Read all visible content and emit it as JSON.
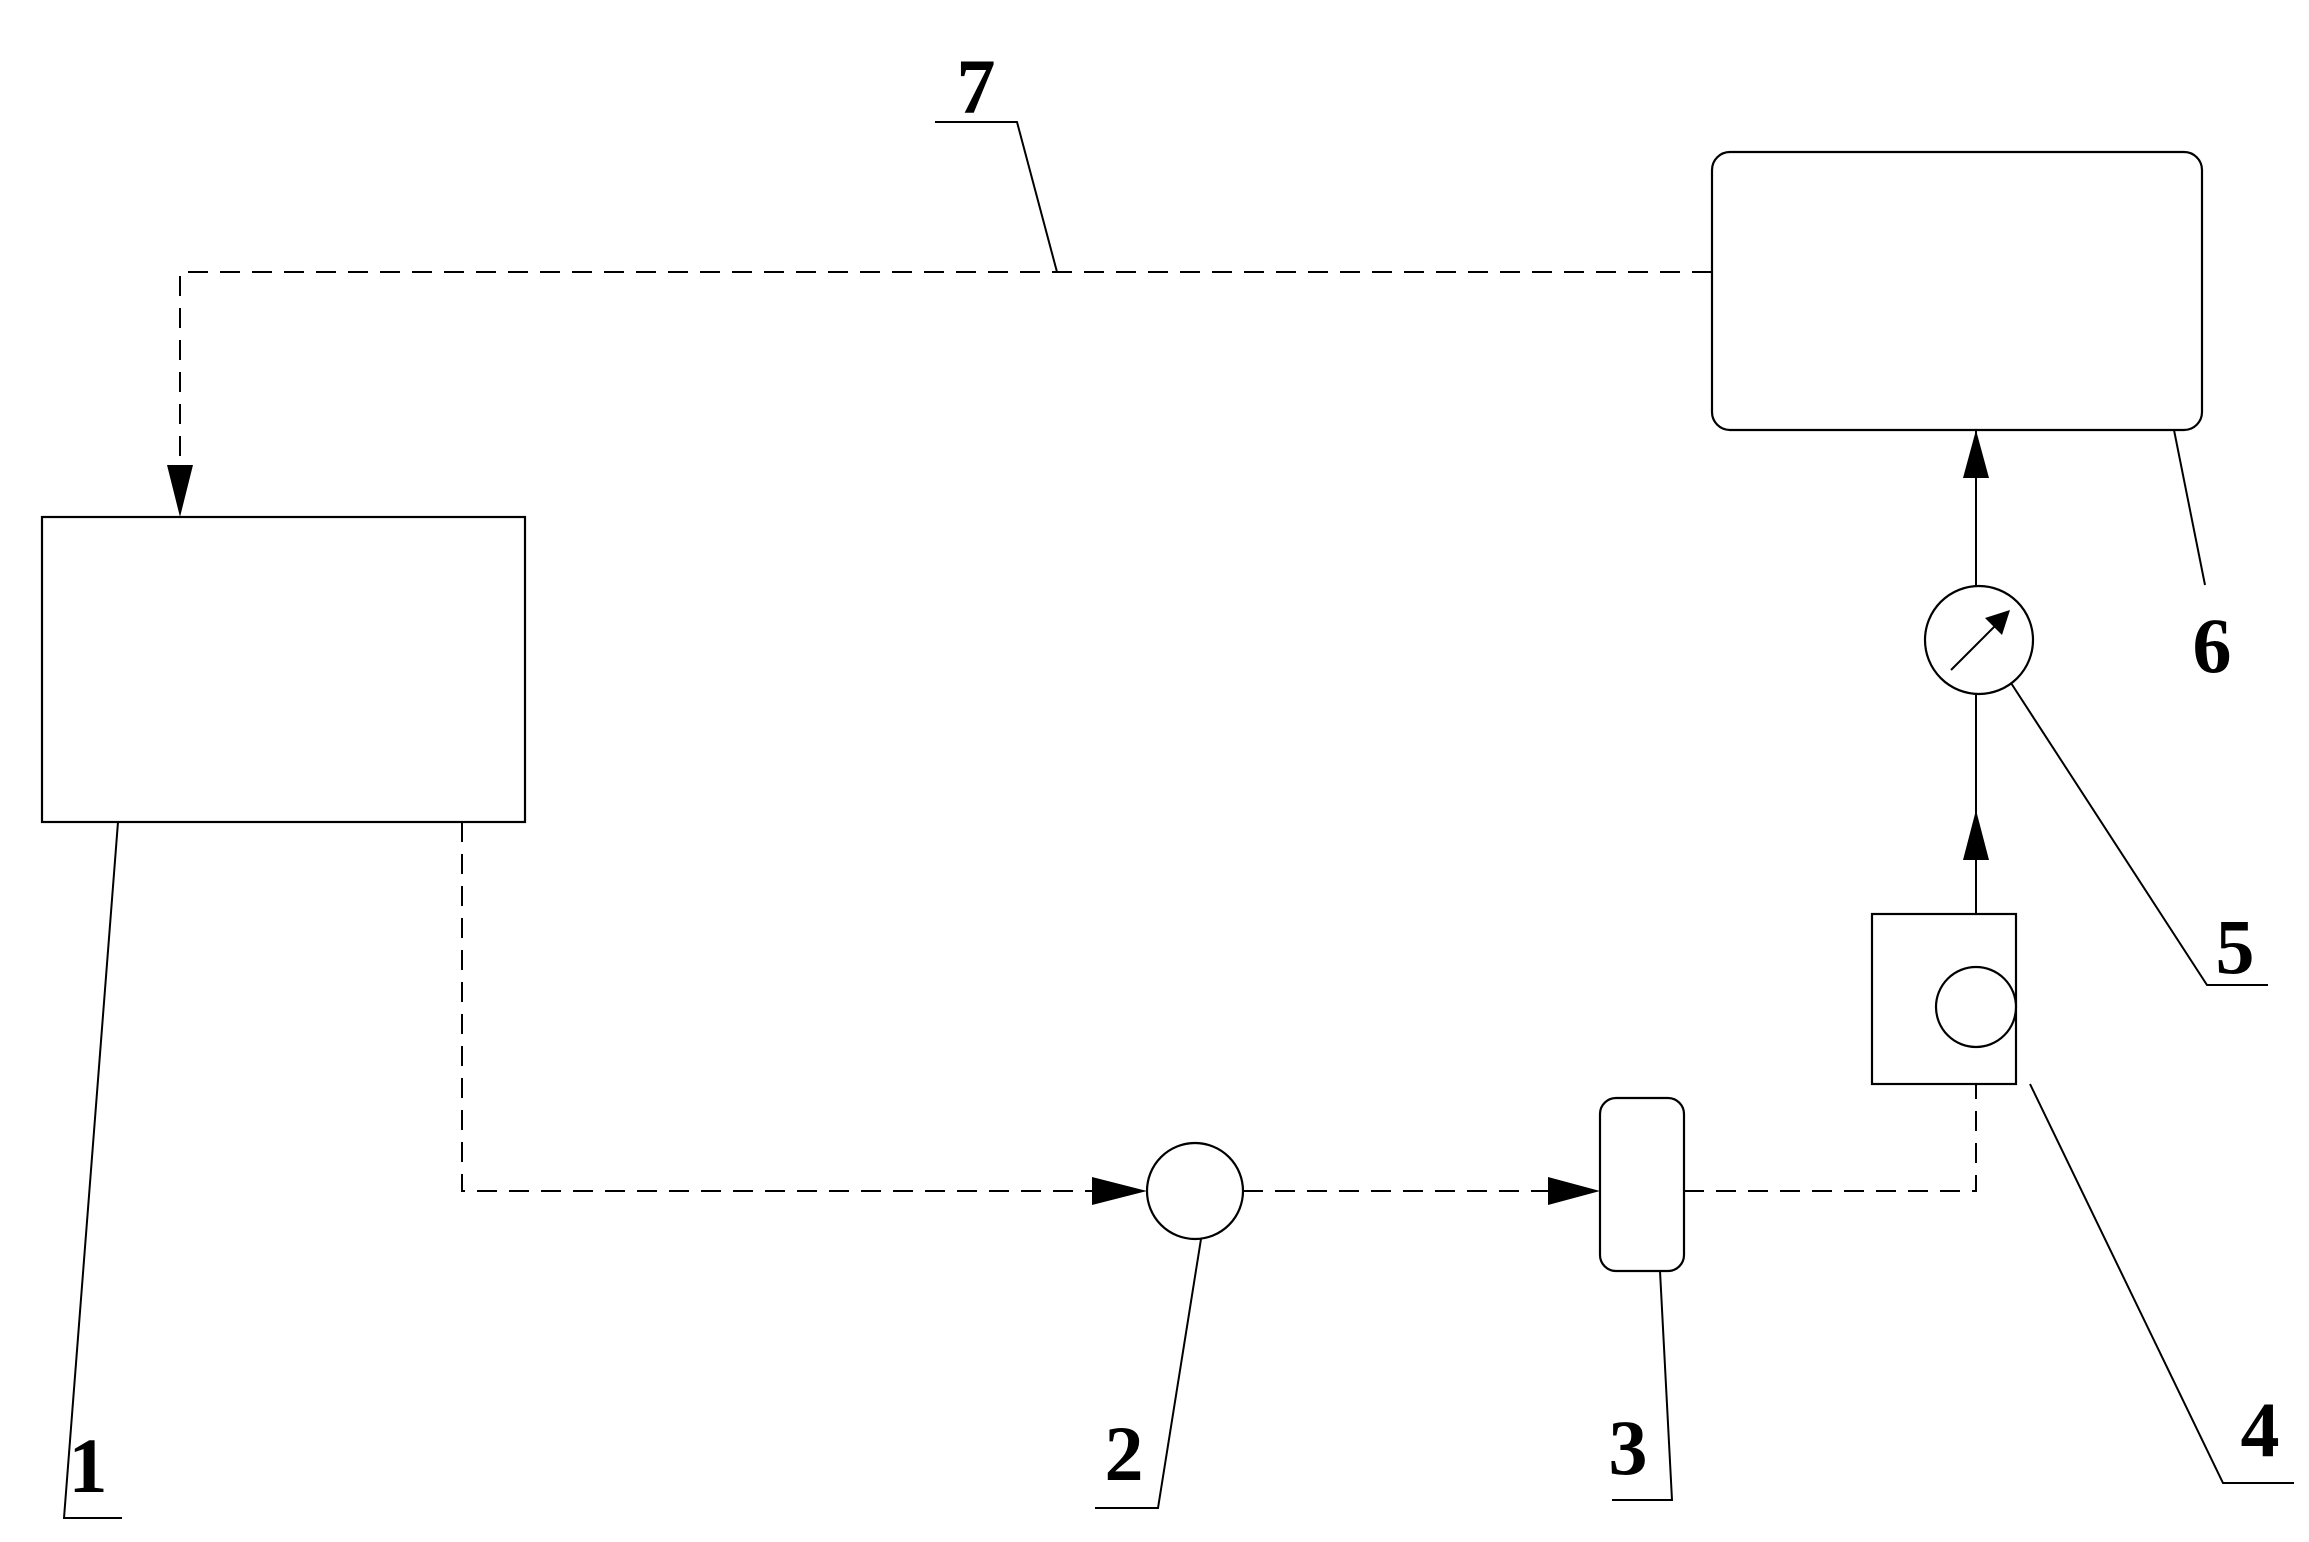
{
  "labels": {
    "item1": "1",
    "item2": "2",
    "item3": "3",
    "item4": "4",
    "item5": "5",
    "item6": "6",
    "item7": "7"
  },
  "colors": {
    "line": "#000000",
    "background": "#ffffff"
  }
}
